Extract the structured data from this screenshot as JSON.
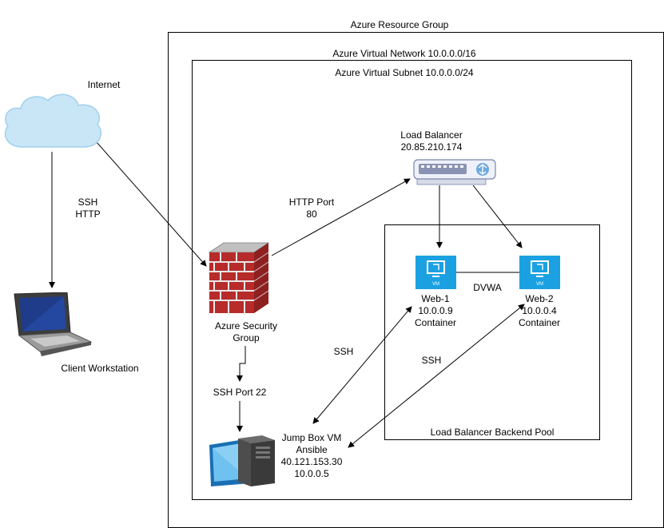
{
  "resource_group": {
    "label": "Azure Resource Group"
  },
  "vnet": {
    "label": "Azure Virtual Network 10.0.0.0/16"
  },
  "subnet": {
    "label": "Azure Virtual Subnet 10.0.0.0/24"
  },
  "internet": {
    "label": "Internet"
  },
  "client": {
    "label": "Client Workstation"
  },
  "internet_link": {
    "line1": "SSH",
    "line2": "HTTP"
  },
  "load_balancer": {
    "name": "Load Balancer",
    "ip": "20.85.210.174"
  },
  "http_link": {
    "line1": "HTTP Port",
    "line2": "80"
  },
  "nsg": {
    "line1": "Azure Security",
    "line2": "Group"
  },
  "ssh_port": {
    "label": "SSH Port 22"
  },
  "backend_pool": {
    "label": "Load Balancer Backend Pool"
  },
  "dvwa": {
    "label": "DVWA"
  },
  "web1": {
    "name": "Web-1",
    "ip": "10.0.0.9",
    "type": "Container",
    "badge": "VM"
  },
  "web2": {
    "name": "Web-2",
    "ip": "10.0.0.4",
    "type": "Container",
    "badge": "VM"
  },
  "jumpbox": {
    "name": "Jump Box VM",
    "role": "Ansible",
    "public_ip": "40.121.153.30",
    "private_ip": "10.0.0.5"
  },
  "ssh_links": {
    "left": "SSH",
    "right": "SSH"
  },
  "colors": {
    "vm_blue": "#1ba1e2",
    "brick": "#b72b2b",
    "cloud": "#c9e6f7"
  }
}
